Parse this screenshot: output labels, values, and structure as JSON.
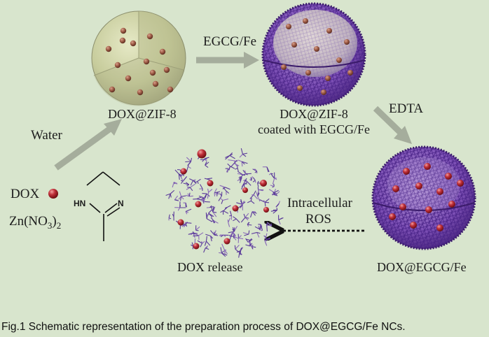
{
  "labels": {
    "water": "Water",
    "dox_zif8": "DOX@ZIF-8",
    "egcg_fe": "EGCG/Fe",
    "dox_zif8_coated_line1": "DOX@ZIF-8",
    "dox_zif8_coated_line2": "coated with EGCG/Fe",
    "edta": "EDTA",
    "dox": "DOX",
    "zn_base": "Zn(NO",
    "zn_sub1": "3",
    "zn_close": ")",
    "zn_sub2": "2",
    "hn": "HN",
    "n": "N",
    "intracellular": "Intracellular",
    "ros": "ROS",
    "dox_release": "DOX release",
    "dox_egcg_fe": "DOX@EGCG/Fe"
  },
  "caption": "Fig.1 Schematic representation of the preparation process of DOX@EGCG/Fe NCs.",
  "colors": {
    "background": "#d8e5cd",
    "arrow": "#a7ae9e",
    "zif_sphere": "#c9ce9f",
    "network": "#5a3a9a",
    "dox_particle": "#b0202a"
  }
}
